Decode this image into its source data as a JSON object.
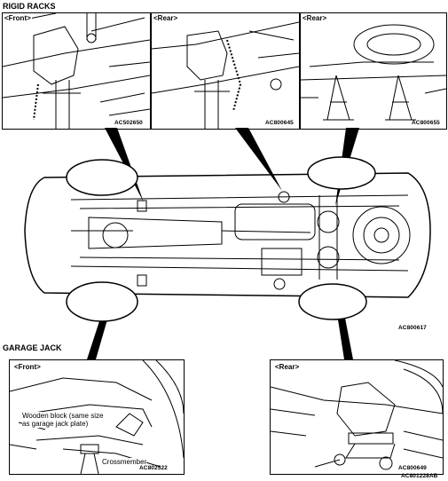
{
  "sections": {
    "rigid_racks": "RIGID RACKS",
    "garage_jack": "GARAGE JACK"
  },
  "panels": {
    "front_rack": {
      "label": "<Front>",
      "code": "AC502650"
    },
    "rear_rack_1": {
      "label": "<Rear>",
      "code": "AC800645"
    },
    "rear_rack_2": {
      "label": "<Rear>",
      "code": "AC800655"
    },
    "overview": {
      "code": "AC800617"
    },
    "front_jack": {
      "label": "<Front>",
      "code": "AC802522",
      "wooden_block_note": "Wooden block (same size as garage jack plate)",
      "crossmember_note": "Crossmember"
    },
    "rear_jack": {
      "label": "<Rear>",
      "code": "AC800649"
    }
  },
  "footer_code": "AC801228AB"
}
